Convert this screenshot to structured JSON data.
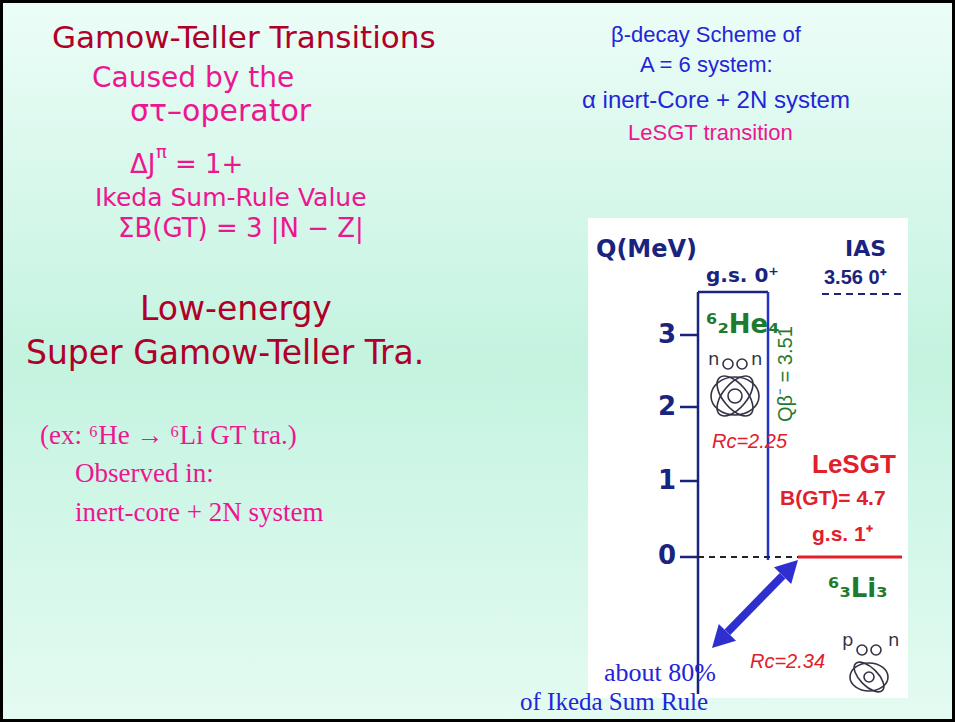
{
  "diagram": {
    "title": "Gamow-Teller Transitions",
    "labels": [
      "Caused by the",
      "στ–operator",
      "ΔJ",
      "π",
      "= 1+",
      "Ikeda Sum-Rule Value",
      "ΣB(GT) = 3 |N − Z|",
      "Low-energy",
      "Super Gamow-Teller Tra.",
      "(ex: ⁶He → ⁶Li GT tra.)",
      "Observed in:",
      "inert-core + 2N system",
      "β-decay Scheme of",
      "A = 6 system:",
      "α inert-Core + 2N system",
      "LeSGT transition",
      "Q(MeV)",
      "IAS",
      "g.s. 0⁺",
      "3.56 0⁺",
      "3",
      "2",
      "1",
      "0",
      "⁶₂He₄",
      "n",
      "n",
      "Rc=2.25",
      "Qβ⁻ = 3.51",
      "LeSGT",
      "B(GT)= 4.7",
      "g.s. 1⁺",
      "⁶₃Li₃",
      "Rc=2.34",
      "p",
      "n",
      "about 80%",
      "of Ikeda Sum Rule"
    ]
  }
}
